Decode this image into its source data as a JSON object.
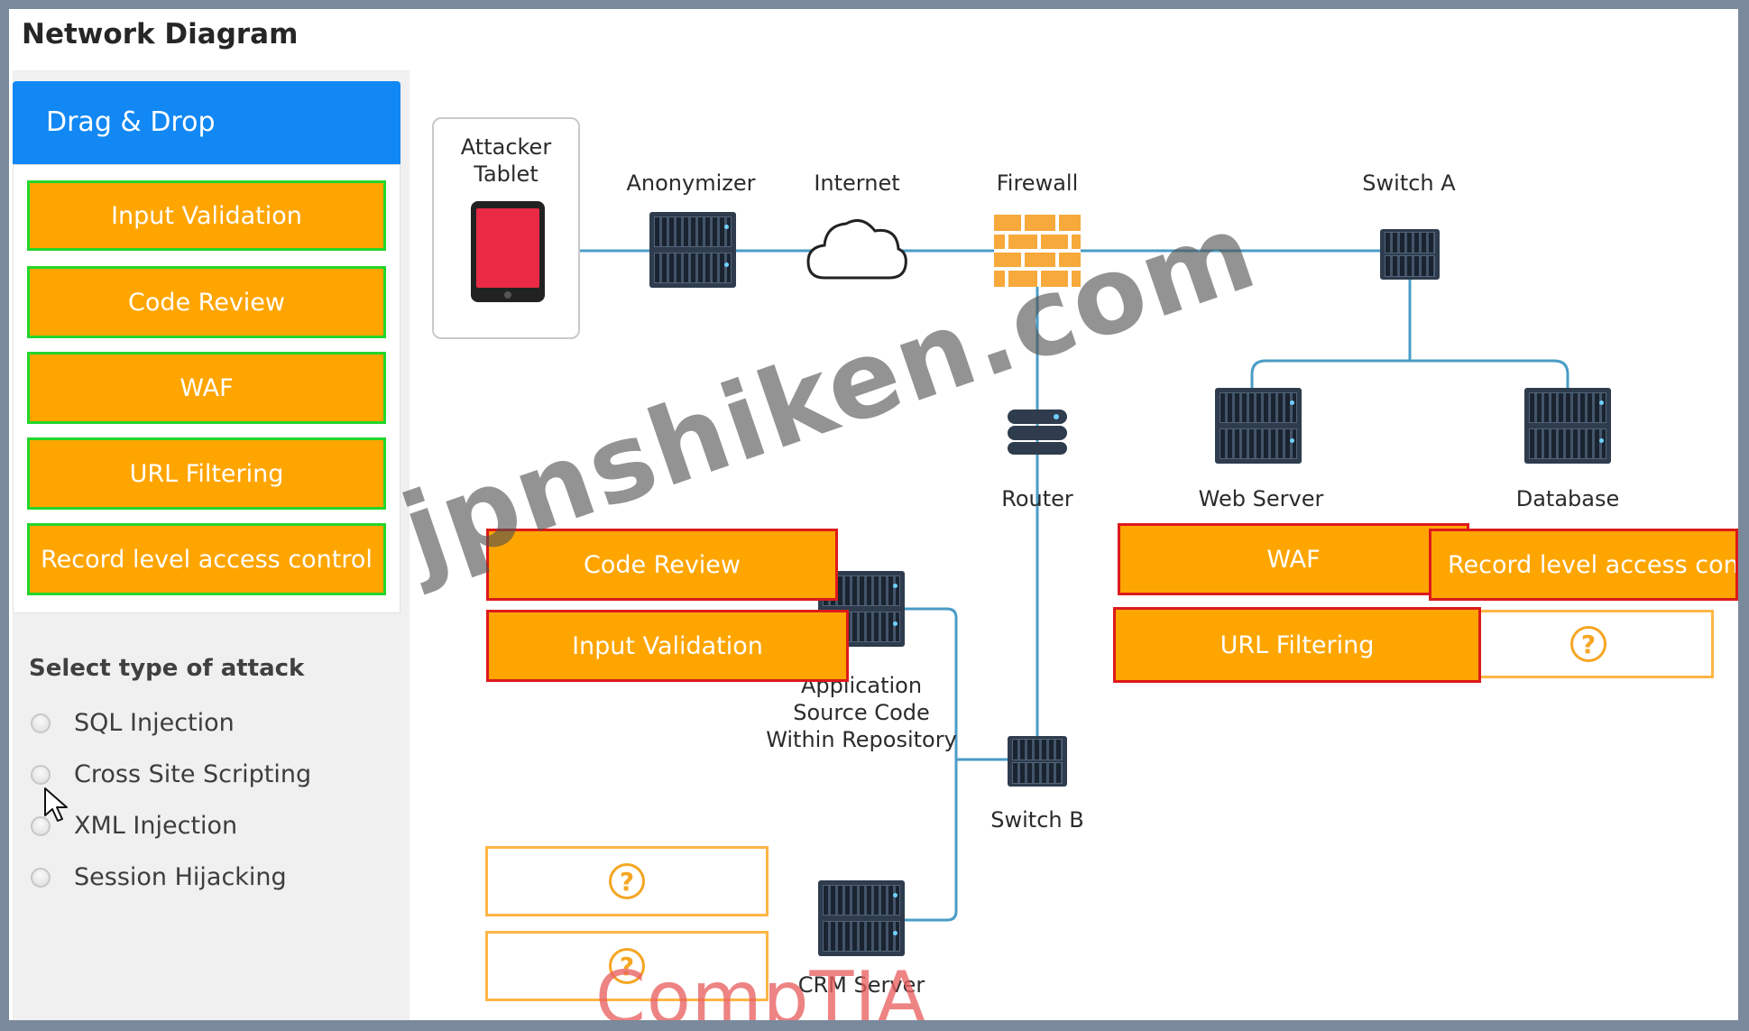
{
  "title": "Network Diagram",
  "drag_drop": {
    "header": "Drag & Drop",
    "tiles": [
      "Input Validation",
      "Code Review",
      "WAF",
      "URL Filtering",
      "Record level access control"
    ]
  },
  "attack": {
    "title": "Select type of attack",
    "options": [
      "SQL Injection",
      "Cross Site Scripting",
      "XML Injection",
      "Session Hijacking"
    ]
  },
  "devices": {
    "attacker_tablet": "Attacker\nTablet",
    "anonymizer": "Anonymizer",
    "internet": "Internet",
    "firewall": "Firewall",
    "switch_a": "Switch A",
    "router": "Router",
    "web_server": "Web Server",
    "database": "Database",
    "app_source": "Application\nSource Code\nWithin Repository",
    "switch_b": "Switch B",
    "crm_server": "CRM Server"
  },
  "placed": {
    "code_review": "Code Review",
    "input_validation": "Input Validation",
    "waf": "WAF",
    "record_level": "Record level access contr",
    "url_filtering": "URL Filtering"
  },
  "dropzone_icon": "?",
  "watermark": "jpnshiken.com",
  "brand": "CompTIA",
  "brand_mark": "®",
  "colors": {
    "accent_blue": "#1288f4",
    "tile_orange": "#ffa500",
    "link_line": "#4a9cc6",
    "tile_border_green": "#23d62b",
    "tile_border_red": "#dd1a1a"
  }
}
